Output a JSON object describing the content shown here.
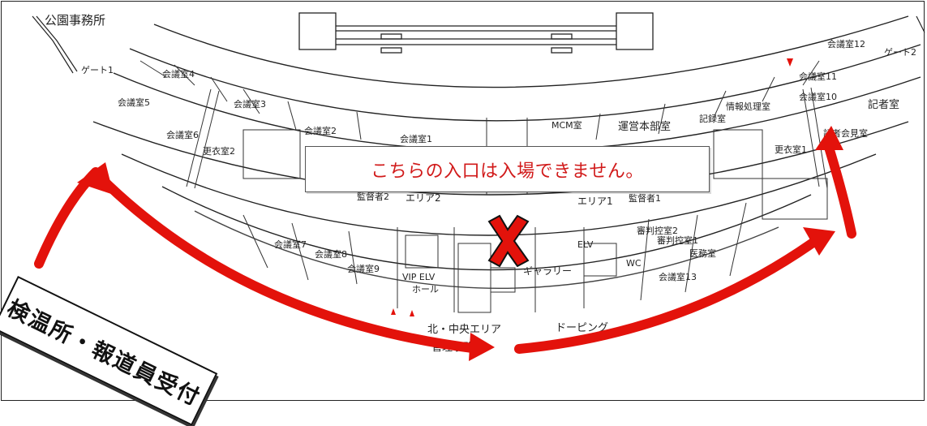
{
  "map": {
    "office_label": "公園事務所",
    "gate1": "ゲート1",
    "gate2": "ゲート2",
    "rooms": {
      "r4": "会議室4",
      "r5": "会議室5",
      "r3": "会議室3",
      "r6": "会議室6",
      "r2": "会議室2",
      "r1": "会議室1",
      "mcm": "MCM室",
      "hq": "運営本部室",
      "rec": "記録室",
      "info": "情報処理室",
      "r10": "会議室10",
      "r11": "会議室11",
      "r12": "会議室12",
      "press": "記者室",
      "pressconf": "記者会見室",
      "lock1": "更衣室1",
      "lock2": "更衣室2",
      "area2": "エリア2",
      "area1": "エリア1",
      "audit2": "監督者2",
      "audit1": "監督者1",
      "r7": "会議室7",
      "r8": "会議室8",
      "r9": "会議室9",
      "vip": "VIP ELV",
      "hall": "ホール",
      "gallery": "ギャラリー",
      "elv": "ELV",
      "judge2": "審判控室2",
      "judge1": "審判控室1",
      "med": "医務室",
      "wc": "WC",
      "r13": "会議室13",
      "north": "北・中央エリア",
      "doping": "ドーピング",
      "mgmt": "管理事務所"
    },
    "notice": "こちらの入口は入場できません。",
    "sign": "検温所・報道員受付",
    "colors": {
      "arrow": "#e3120b",
      "notice_text": "#d11a1a"
    },
    "icons": [
      "closed-x-icon",
      "route-arrow-left-icon",
      "route-arrow-bottom-icon",
      "route-arrow-right-icon"
    ]
  }
}
